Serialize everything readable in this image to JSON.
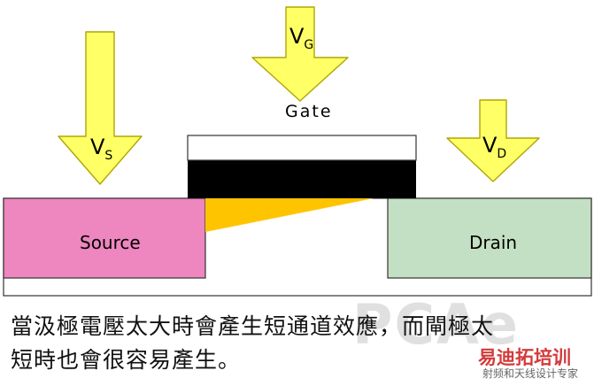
{
  "colors": {
    "arrow_fill": "#ffff66",
    "arrow_stroke": "#b0a600",
    "source_fill": "#ee86bf",
    "drain_fill": "#c4e0c4",
    "gate_top_fill": "#ffffff",
    "gate_oxide_fill": "#000000",
    "channel_fill": "#ffc400",
    "substrate_fill": "#ffffff"
  },
  "labels": {
    "gate_title": "Gate",
    "source": "Source",
    "drain": "Drain",
    "vs_main": "V",
    "vs_sub": "S",
    "vg_main": "V",
    "vg_sub": "G",
    "vd_main": "V",
    "vd_sub": "D"
  },
  "caption": {
    "line1": "當汲極電壓太大時會產生短通道效應，而閘極太",
    "line2": "短時也會很容易產生。"
  },
  "watermark": {
    "big_text": "PCAe",
    "logo_cn": "易迪拓培训",
    "tagline": "射频和天线设计专家"
  }
}
